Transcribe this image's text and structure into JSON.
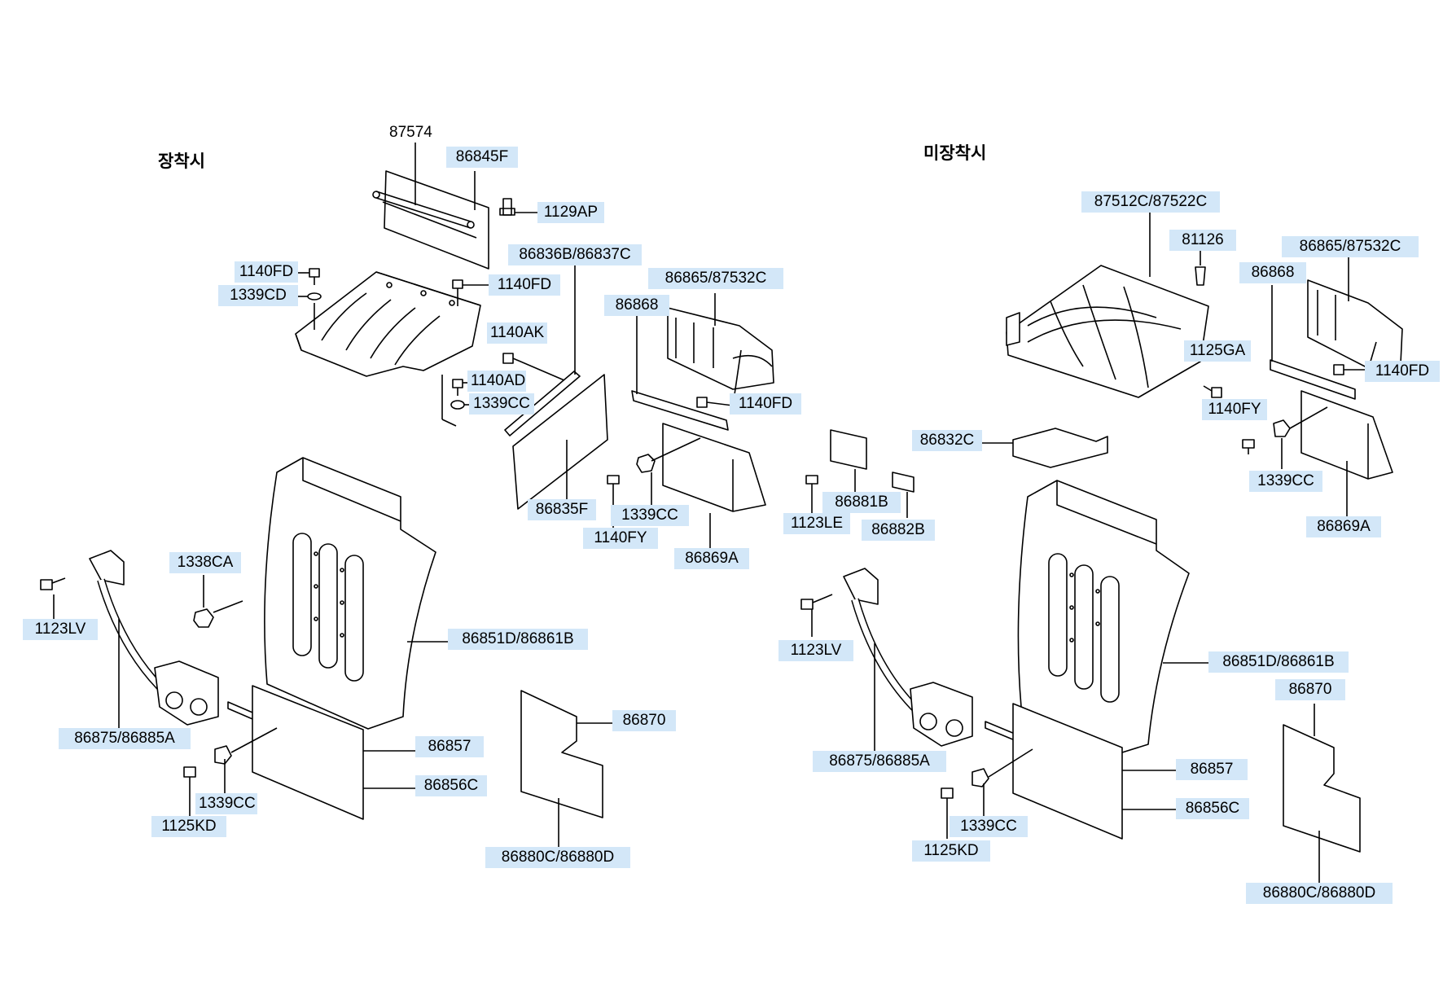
{
  "sections": {
    "left_title": "장착시",
    "right_title": "미장착시"
  },
  "labels": {
    "l_87574": "87574",
    "l_86845F": "86845F",
    "l_1129AP": "1129AP",
    "l_1140FD_a": "1140FD",
    "l_1339CD": "1339CD",
    "l_1140FD_b": "1140FD",
    "l_86836B": "86836B/86837C",
    "l_86865_l": "86865/87532C",
    "l_86868_l": "86868",
    "l_1140AK": "1140AK",
    "l_1140AD": "1140AD",
    "l_1339CC_a": "1339CC",
    "l_1140FD_c": "1140FD",
    "l_86835F": "86835F",
    "l_1339CC_b": "1339CC",
    "l_1140FY_l": "1140FY",
    "l_86869A_l": "86869A",
    "l_1338CA": "1338CA",
    "l_1123LV_l": "1123LV",
    "l_86851D_l": "86851D/86861B",
    "l_86875_l": "86875/86885A",
    "l_86857_l": "86857",
    "l_86870_l": "86870",
    "l_86856C_l": "86856C",
    "l_1339CC_c": "1339CC",
    "l_1125KD_l": "1125KD",
    "l_86880C_l": "86880C/86880D",
    "r_87512C": "87512C/87522C",
    "r_81126": "81126",
    "r_86865": "86865/87532C",
    "r_86868": "86868",
    "r_1125GA": "1125GA",
    "r_1140FD": "1140FD",
    "r_1140FY": "1140FY",
    "r_86832C": "86832C",
    "r_1339CC_a": "1339CC",
    "r_86881B": "86881B",
    "r_1123LE": "1123LE",
    "r_86882B": "86882B",
    "r_86869A": "86869A",
    "r_1123LV": "1123LV",
    "r_86851D": "86851D/86861B",
    "r_86870": "86870",
    "r_86875": "86875/86885A",
    "r_86857": "86857",
    "r_86856C": "86856C",
    "r_1339CC_b": "1339CC",
    "r_1125KD": "1125KD",
    "r_86880C": "86880C/86880D"
  },
  "colors": {
    "label_bg": "#d3e7f8",
    "line": "#000000",
    "part_fill": "#ffffff"
  }
}
